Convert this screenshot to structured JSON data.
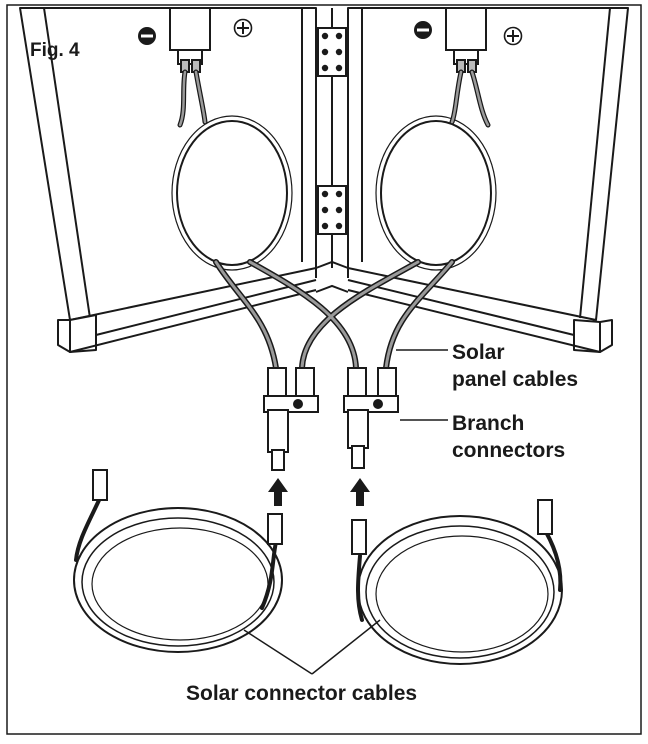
{
  "figure": {
    "label": "Fig. 4"
  },
  "callouts": {
    "solar_panel_cables": [
      "Solar",
      "panel cables"
    ],
    "branch_connectors": [
      "Branch",
      "connectors"
    ],
    "solar_connector_cables": "Solar connector cables"
  },
  "colors": {
    "line": "#1a1a1a",
    "cable_fill": "#9a9a9a",
    "background": "#ffffff"
  }
}
